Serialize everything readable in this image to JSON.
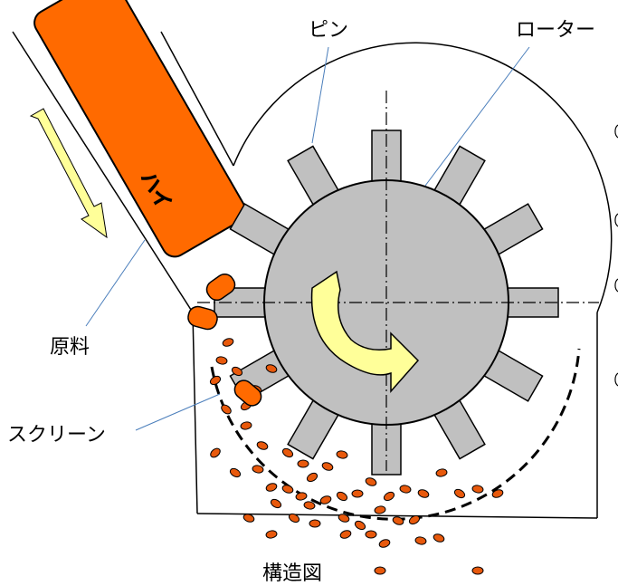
{
  "labels": {
    "pin": "ピン",
    "rotor": "ローター",
    "raw_material": "原料",
    "screen": "スクリーン",
    "caption": "構造図",
    "chute_text": "ハイ"
  },
  "colors": {
    "feed_block": "#ff6a00",
    "rotor_fill": "#c0c0c0",
    "rotation_arrow": "#ffff99",
    "particle": "#e8590c",
    "leader_line": "#4a7ebb"
  },
  "rotor": {
    "pin_count": 12
  }
}
